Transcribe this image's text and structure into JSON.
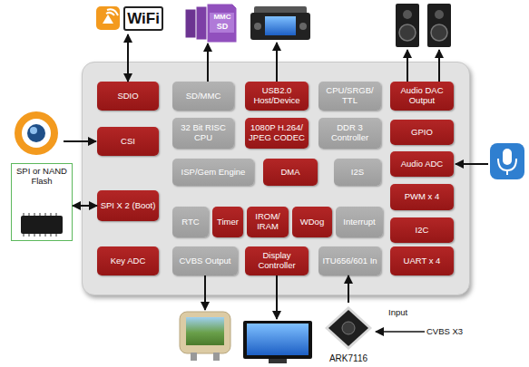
{
  "diagram": {
    "nodes": [
      {
        "text": [
          "WiFi"
        ]
      },
      {
        "text": [
          "MMC",
          "SD"
        ]
      },
      {
        "text": [
          "SDIO"
        ]
      },
      {
        "text": [
          "SD/MMC"
        ]
      },
      {
        "text": [
          "USB2.0 Host/Device"
        ]
      },
      {
        "text": [
          "CPU/SRGB/ TTL"
        ]
      },
      {
        "text": [
          "Audio DAC Output"
        ]
      },
      {
        "text": [
          "CSI"
        ]
      },
      {
        "text": [
          "32 Bit RISC CPU"
        ]
      },
      {
        "text": [
          "1080P H.264/ JPEG CODEC"
        ]
      },
      {
        "text": [
          "DDR 3 Controller"
        ]
      },
      {
        "text": [
          "GPIO"
        ]
      },
      {
        "text": [
          "ISP/Gem Engine"
        ]
      },
      {
        "text": [
          "DMA"
        ]
      },
      {
        "text": [
          "I2S"
        ]
      },
      {
        "text": [
          "Audio ADC"
        ]
      },
      {
        "text": [
          "SPI or NAND Flash"
        ]
      },
      {
        "text": [
          "SPI X 2 (Boot)"
        ]
      },
      {
        "text": [
          "PWM x 4"
        ]
      },
      {
        "text": [
          "RTC"
        ]
      },
      {
        "text": [
          "Timer"
        ]
      },
      {
        "text": [
          "IROM/ IRAM"
        ]
      },
      {
        "text": [
          "WDog"
        ]
      },
      {
        "text": [
          "Interrupt"
        ]
      },
      {
        "text": [
          "I2C"
        ]
      },
      {
        "text": [
          "Key ADC"
        ]
      },
      {
        "text": [
          "CVBS Output"
        ]
      },
      {
        "text": [
          "Display Controller"
        ]
      },
      {
        "text": [
          "ITU656/601 In"
        ]
      },
      {
        "text": [
          "UART x 4"
        ]
      },
      {
        "text": [
          "ARK7116"
        ]
      }
    ],
    "edges": [
      {
        "from": 2,
        "to": 0,
        "arrow": "both"
      },
      {
        "from": 3,
        "to": 1,
        "arrow": "to"
      },
      {
        "from": 17,
        "to": 16,
        "arrow": "both"
      },
      {
        "from": 30,
        "to": 28,
        "arrow": "to"
      }
    ],
    "labels": [
      "Input",
      "CVBS X3"
    ]
  }
}
